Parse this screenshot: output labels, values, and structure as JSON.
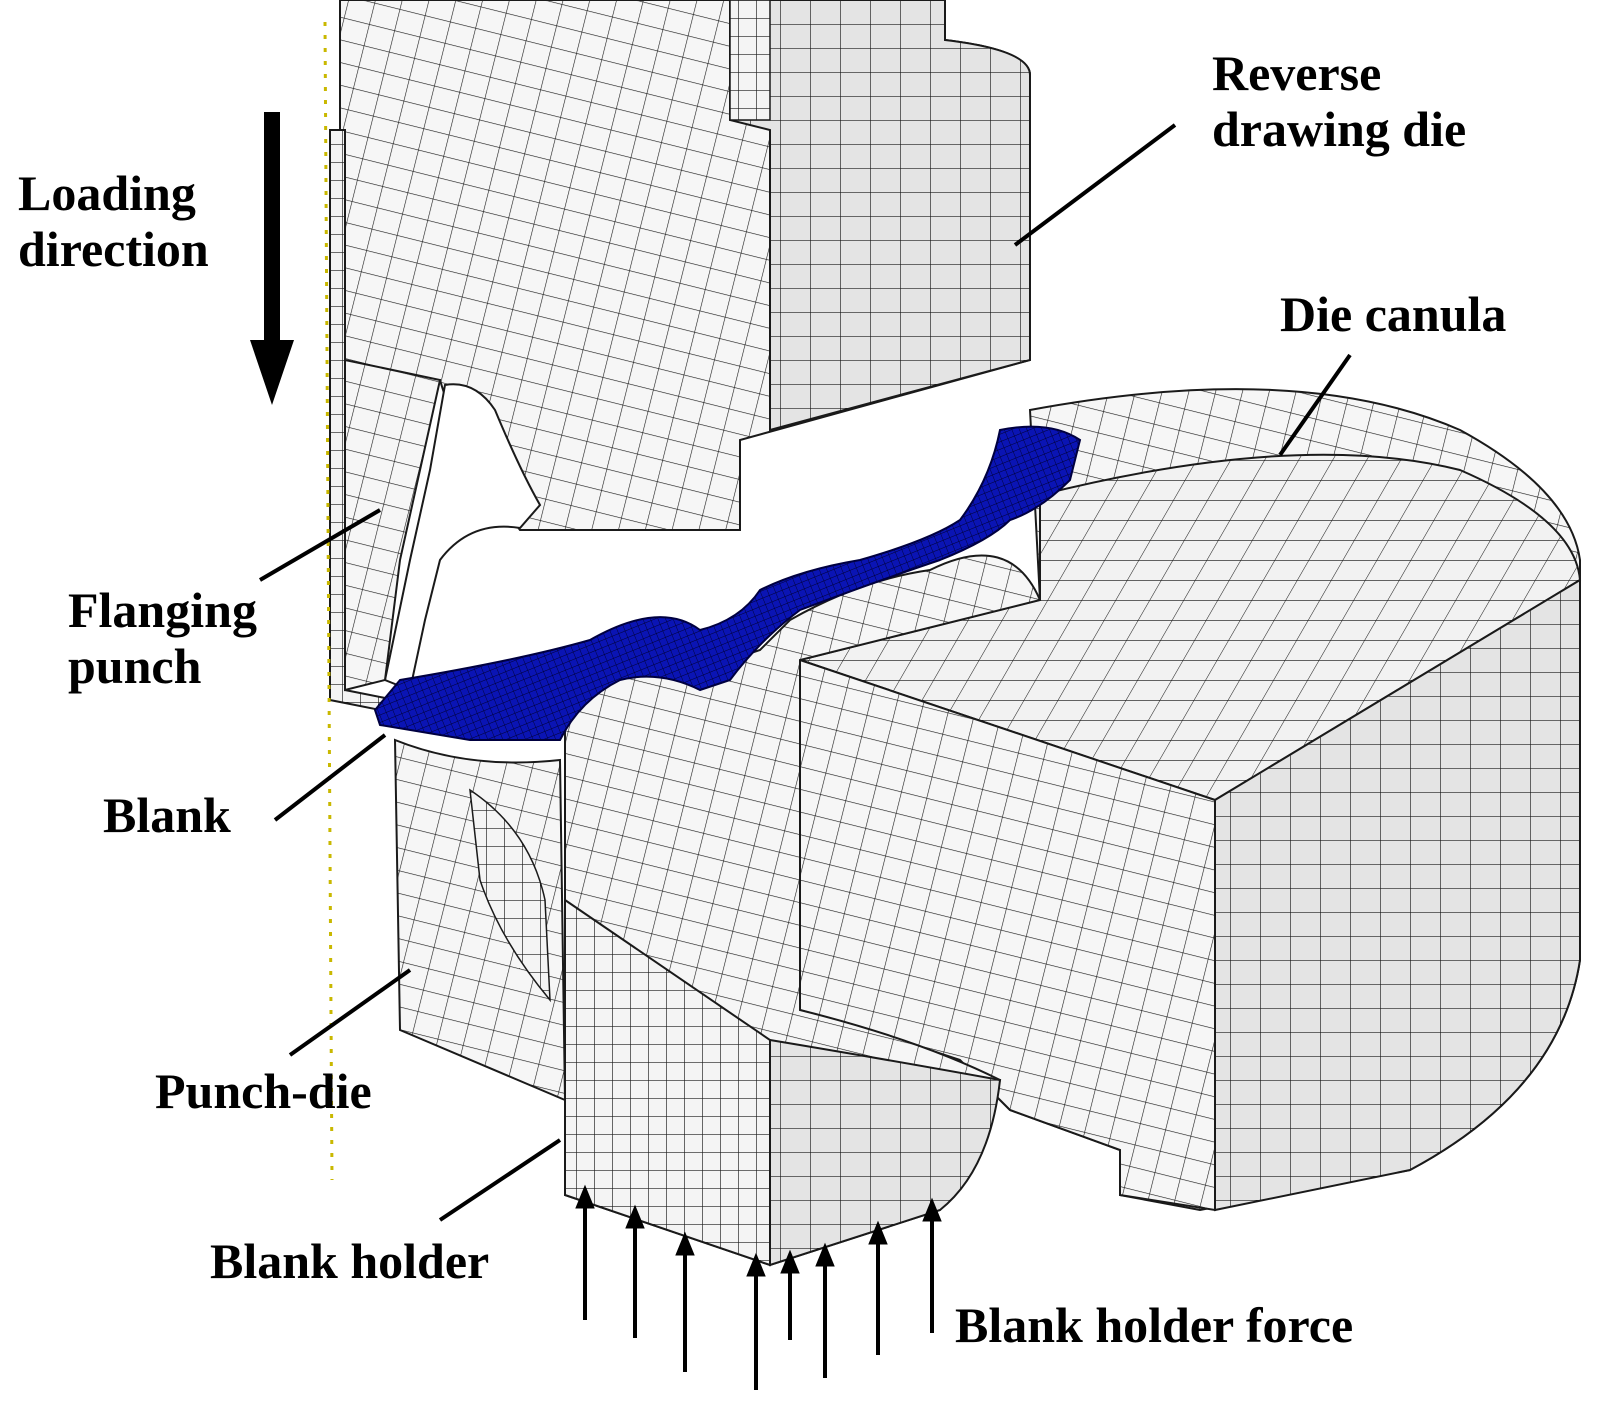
{
  "colors": {
    "background": "#ffffff",
    "mesh_face": "#f4f4f4",
    "mesh_face_shaded": "#dcdcdc",
    "mesh_line": "#1a1a1a",
    "blank": "#0a14b4",
    "axis_line": "#c9b800",
    "arrow": "#000000"
  },
  "labels": {
    "loading_direction": [
      "Loading",
      "direction"
    ],
    "reverse_drawing_die": [
      "Reverse",
      "drawing die"
    ],
    "die_canula": "Die canula",
    "flanging_punch": [
      "Flanging",
      "punch"
    ],
    "blank": "Blank",
    "punch_die": "Punch-die",
    "blank_holder": "Blank holder",
    "blank_holder_force": "Blank holder force"
  }
}
